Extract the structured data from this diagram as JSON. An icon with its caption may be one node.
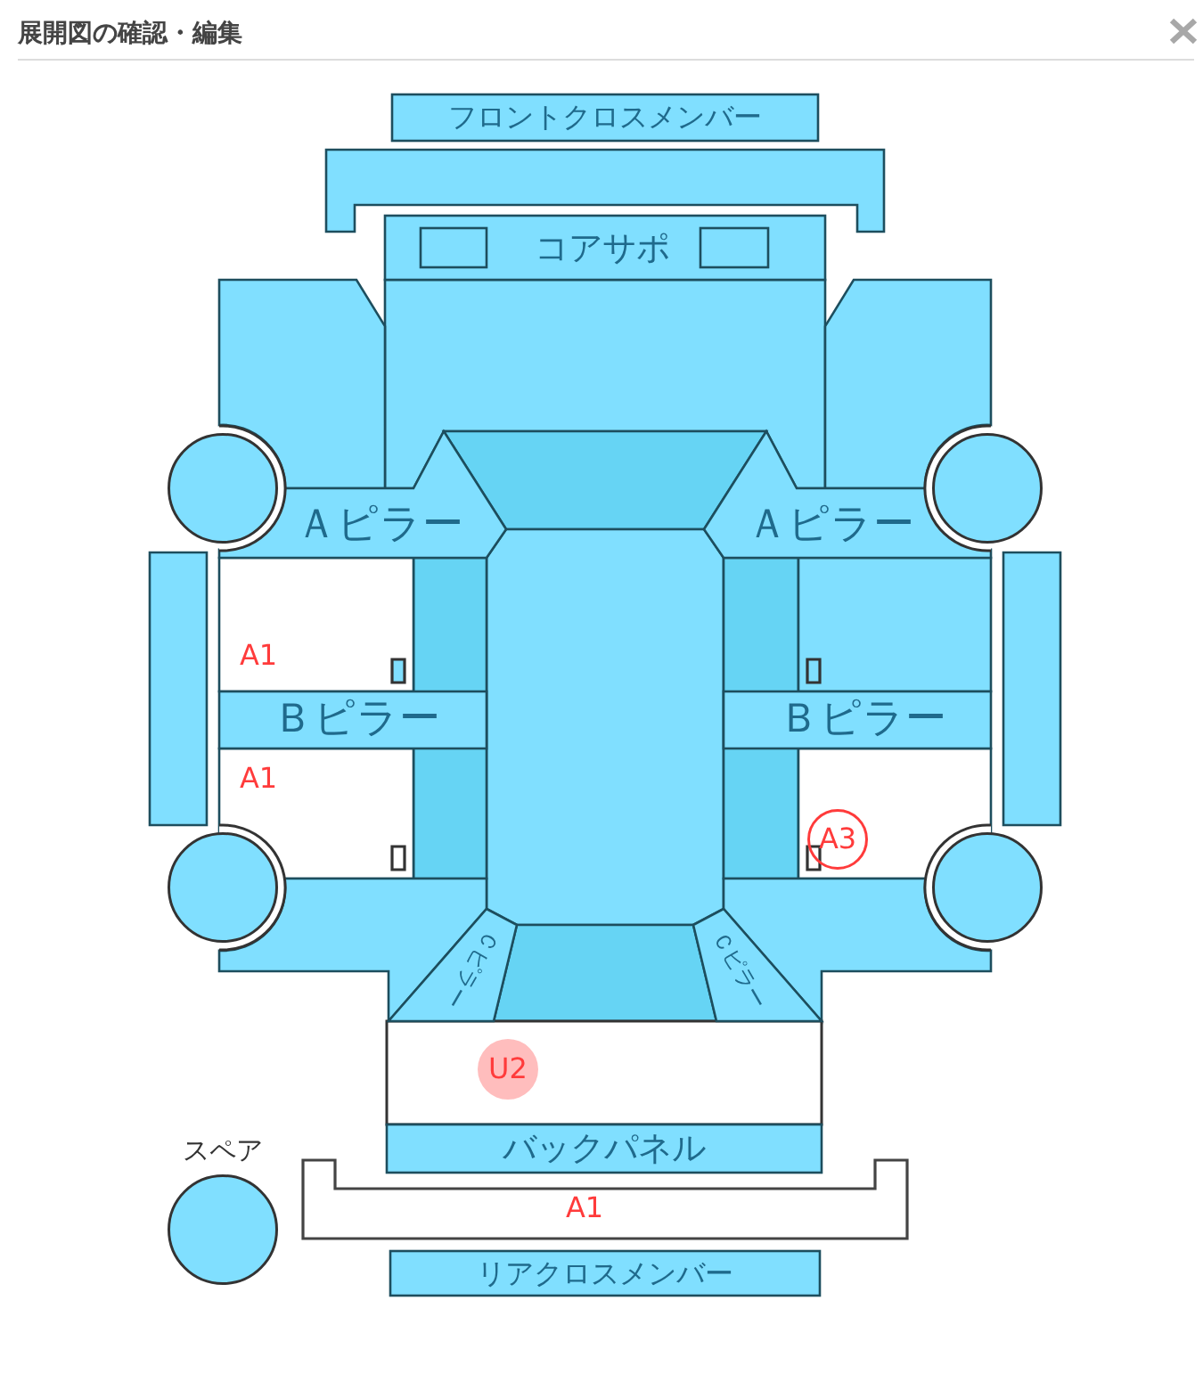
{
  "diagram": {
    "title": "展開図の確認・編集",
    "nodes": [
      {
        "text": [
          "フロントクロスメンバー"
        ]
      },
      {
        "text": [
          "コアサポ"
        ]
      },
      {
        "text": [],
        "shape": "circle"
      },
      {
        "text": [],
        "shape": "circle"
      },
      {
        "text": [
          "Ａピラー"
        ]
      },
      {
        "text": [
          "Ａピラー"
        ]
      },
      {
        "text": [
          "Ｂピラー"
        ]
      },
      {
        "text": [
          "Ｂピラー"
        ]
      },
      {
        "text": [
          "A3"
        ]
      },
      {
        "text": [],
        "shape": "circle"
      },
      {
        "text": [],
        "shape": "circle"
      },
      {
        "text": [
          "Ｃピラー"
        ]
      },
      {
        "text": [
          "Ｃピラー"
        ]
      },
      {
        "text": [
          "U2"
        ]
      },
      {
        "text": [
          "バックパネル"
        ]
      },
      {
        "text": [
          "スペア"
        ]
      },
      {
        "text": [
          "リアクロスメンバー"
        ]
      }
    ],
    "labels": [
      "A1",
      "A1",
      "A1"
    ]
  }
}
